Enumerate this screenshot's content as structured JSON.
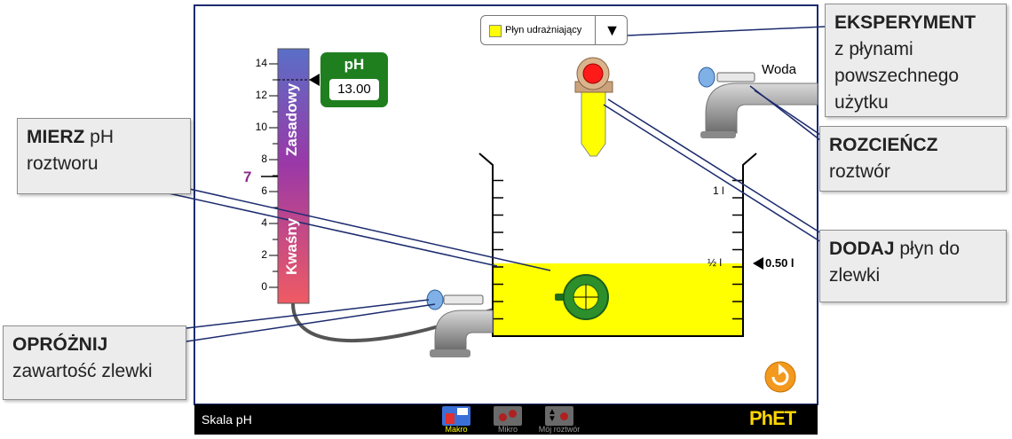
{
  "dropdown": {
    "selected": "Płyn udrażniający",
    "arrow": "▼",
    "swatch_color": "#ffff00"
  },
  "water_label": "Woda",
  "ph_meter": {
    "title": "pH",
    "value": "13.00",
    "pointer_value": 13.0
  },
  "ph_scale": {
    "ticks": [
      "14",
      "12",
      "10",
      "8",
      "6",
      "4",
      "2",
      "0"
    ],
    "neutral_mark": "7",
    "top_label": "Zasadowy",
    "bottom_label": "Kwaśny"
  },
  "beaker": {
    "label_1l": "1 l",
    "label_half": "½ l",
    "volume": "0.50 l",
    "fill_fraction": 0.5,
    "liquid_color": "#ffff00"
  },
  "callouts": {
    "eksperyment": {
      "bold": "EKSPERYMENT",
      "rest": "z płynami powszechnego użytku"
    },
    "mierz": {
      "bold": "MIERZ",
      "rest": " pH roztworu"
    },
    "rozciencz": {
      "bold": "ROZCIEŃCZ",
      "rest": "roztwór"
    },
    "dodaj": {
      "bold": "DODAJ",
      "rest": " płyn do zlewki"
    },
    "oproznij": {
      "bold": "OPRÓŻNIJ",
      "rest": "zawartość zlewki"
    }
  },
  "navbar": {
    "title": "Skala pH",
    "tabs": [
      {
        "label": "Makro",
        "selected": true
      },
      {
        "label": "Mikro",
        "selected": false
      },
      {
        "label": "Mój roztwór",
        "selected": false
      }
    ],
    "brand_prefix": "PhET",
    "brand_suffix": "",
    "icons": [
      "home-icon",
      "users-settings-icon",
      "more-vertical-icon"
    ]
  },
  "colors": {
    "meter_green": "#1f7f1f",
    "phet_yellow": "#ffd400",
    "reset_orange": "#f39a1e"
  }
}
